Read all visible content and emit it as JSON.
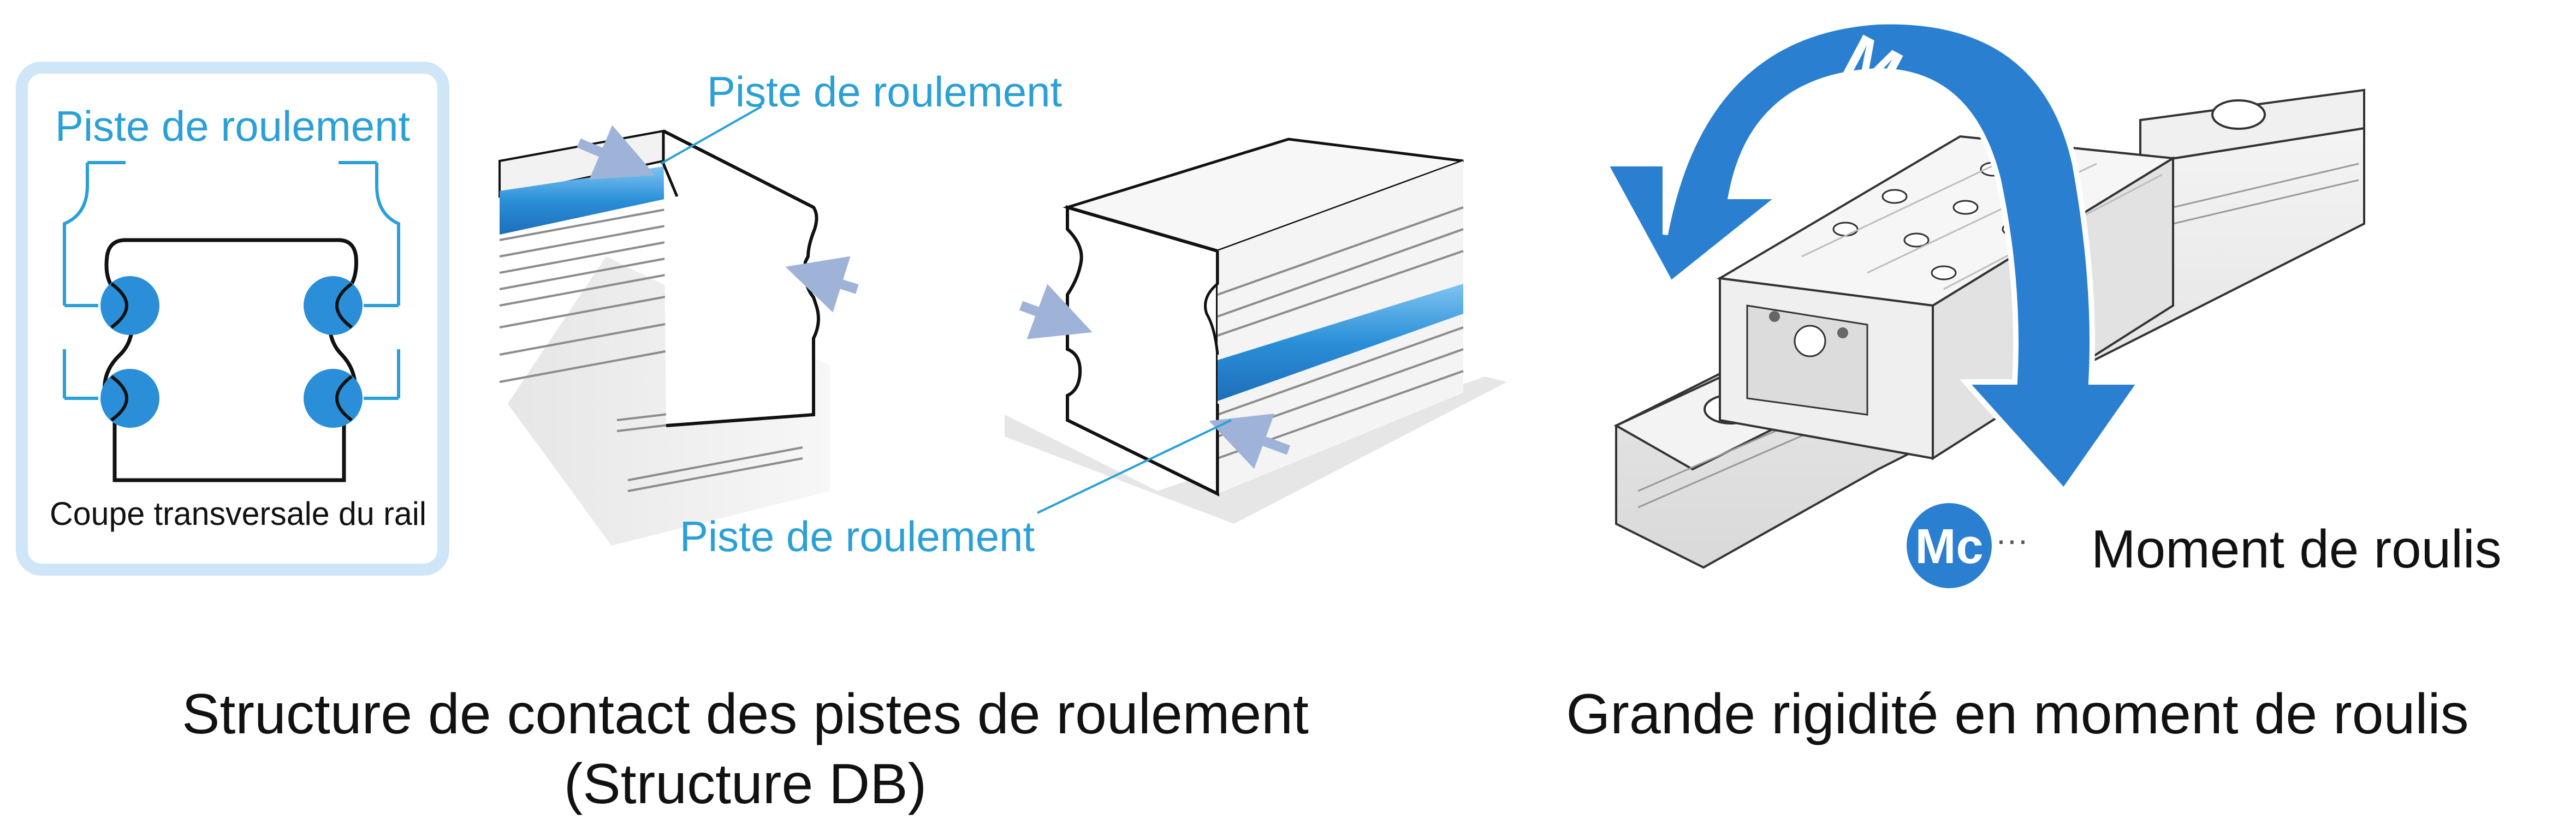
{
  "left_panel": {
    "cross_section_top_label": "Piste de roulement",
    "cross_section_bottom_label": "Coupe transversale du rail",
    "rail_left_label": "Piste de roulement",
    "rail_right_label": "Piste de roulement",
    "caption_line1": "Structure de contact des pistes de roulement",
    "caption_line2": "(Structure DB)"
  },
  "right_panel": {
    "arrow_badge": "Mc",
    "legend_badge": "Mc",
    "legend_dots": "···",
    "legend_label": "Moment de roulis",
    "caption": "Grande rigidité en moment de roulis"
  },
  "colors": {
    "accent_blue": "#2a8fd8",
    "label_blue": "#2aa0d6",
    "box_border": "#cfe6f8",
    "outline": "#111111"
  },
  "icons": [
    "rolling-moment-arrow-icon",
    "arrow-pointer-icon",
    "rolling-ball-icon"
  ]
}
